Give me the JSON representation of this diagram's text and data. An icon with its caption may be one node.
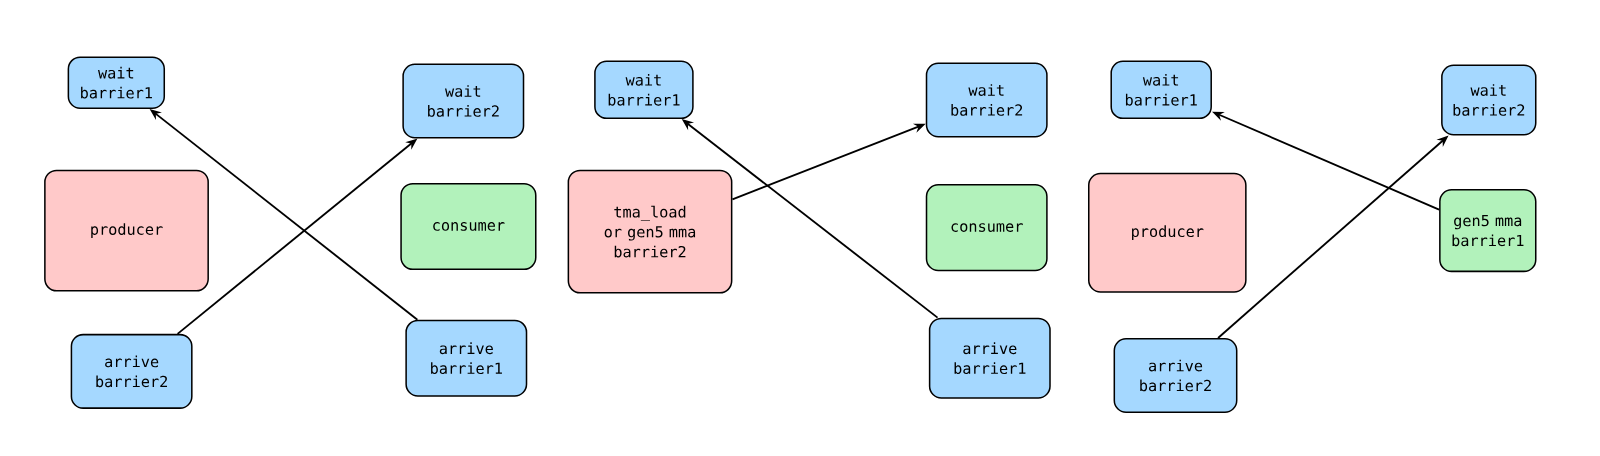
{
  "diagram": {
    "nodes": [
      {
        "text": [
          "wait barrier1"
        ]
      },
      {
        "text": [
          "producer"
        ]
      },
      {
        "text": [
          "arrive barrier2"
        ]
      },
      {
        "text": [
          "wait barrier2"
        ]
      },
      {
        "text": [
          "consumer"
        ]
      },
      {
        "text": [
          "arrive barrier1"
        ]
      },
      {
        "text": [
          "wait barrier1"
        ]
      },
      {
        "text": [
          "tma_load or gen5 mma barrier2"
        ]
      },
      {
        "text": [
          "wait barrier2"
        ]
      },
      {
        "text": [
          "consumer"
        ]
      },
      {
        "text": [
          "arrive barrier1"
        ]
      },
      {
        "text": [
          "wait barrier1"
        ]
      },
      {
        "text": [
          "producer"
        ]
      },
      {
        "text": [
          "arrive barrier2"
        ]
      },
      {
        "text": [
          "wait barrier2"
        ]
      },
      {
        "text": [
          "gen5 mma barrier1"
        ]
      }
    ],
    "edges": [
      {
        "from": 5,
        "to": 0,
        "arrow": "to"
      },
      {
        "from": 2,
        "to": 3,
        "arrow": "to"
      },
      {
        "from": 7,
        "to": 8,
        "arrow": "to"
      },
      {
        "from": 10,
        "to": 6,
        "arrow": "to"
      },
      {
        "from": 15,
        "to": 11,
        "arrow": "to"
      },
      {
        "from": 13,
        "to": 14,
        "arrow": "to"
      }
    ]
  }
}
